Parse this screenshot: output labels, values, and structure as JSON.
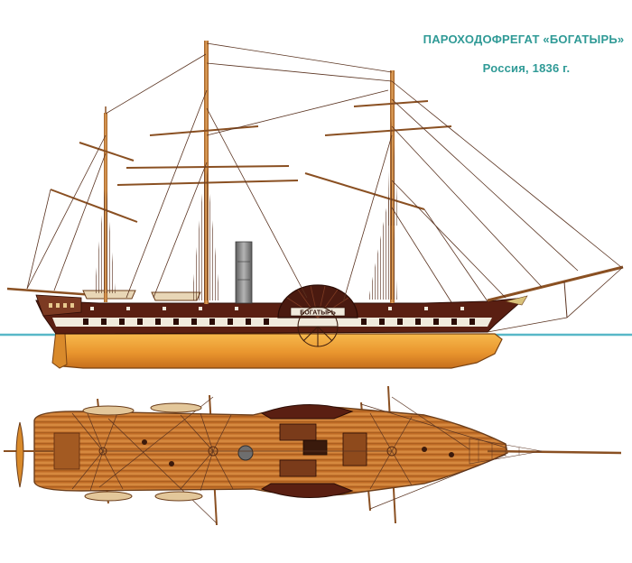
{
  "caption": {
    "title": "ПАРОХОДОФРЕГАТ «БОГАТЫРЬ»",
    "subtitle": "Россия, 1836 г."
  },
  "side_view": {
    "paddle_box_name": "БОГАТЫРЬ"
  },
  "colors": {
    "caption_teal": "#2f9a96",
    "waterline": "#58b8c8",
    "hull_orange": "#f2a53a",
    "topside_dark": "#5a1f12",
    "deck_wood": "#c9782c",
    "mast_wood": "#d08a3e",
    "rigging": "#5a3320",
    "funnel_grey": "#8a8a8a"
  }
}
